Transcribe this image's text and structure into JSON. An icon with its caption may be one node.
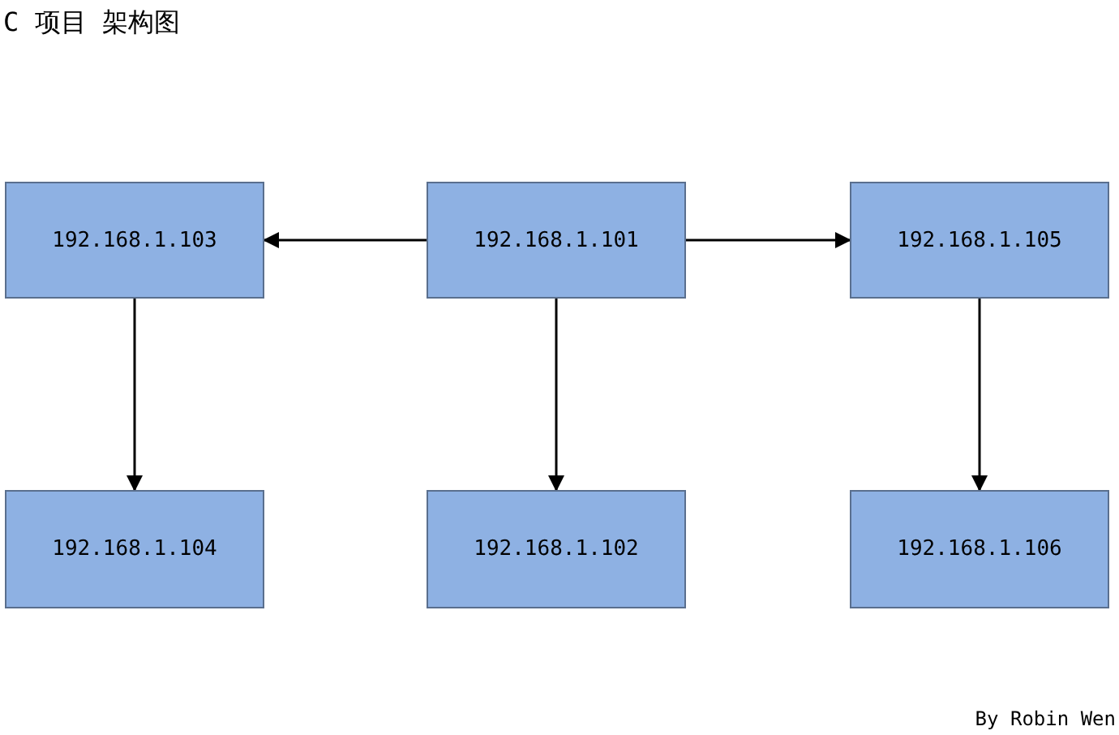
{
  "diagram": {
    "title": "C 项目 架构图",
    "nodes": [
      {
        "text": [
          "192.168.1.103"
        ]
      },
      {
        "text": [
          "192.168.1.101"
        ]
      },
      {
        "text": [
          "192.168.1.105"
        ]
      },
      {
        "text": [
          "192.168.1.104"
        ]
      },
      {
        "text": [
          "192.168.1.102"
        ]
      },
      {
        "text": [
          "192.168.1.106"
        ]
      }
    ],
    "edges": [
      {
        "from": 1,
        "to": 0,
        "arrow": "to"
      },
      {
        "from": 1,
        "to": 2,
        "arrow": "to"
      },
      {
        "from": 0,
        "to": 3,
        "arrow": "to"
      },
      {
        "from": 1,
        "to": 4,
        "arrow": "to"
      },
      {
        "from": 2,
        "to": 5,
        "arrow": "to"
      }
    ],
    "labels": [
      "By Robin Wen"
    ]
  }
}
